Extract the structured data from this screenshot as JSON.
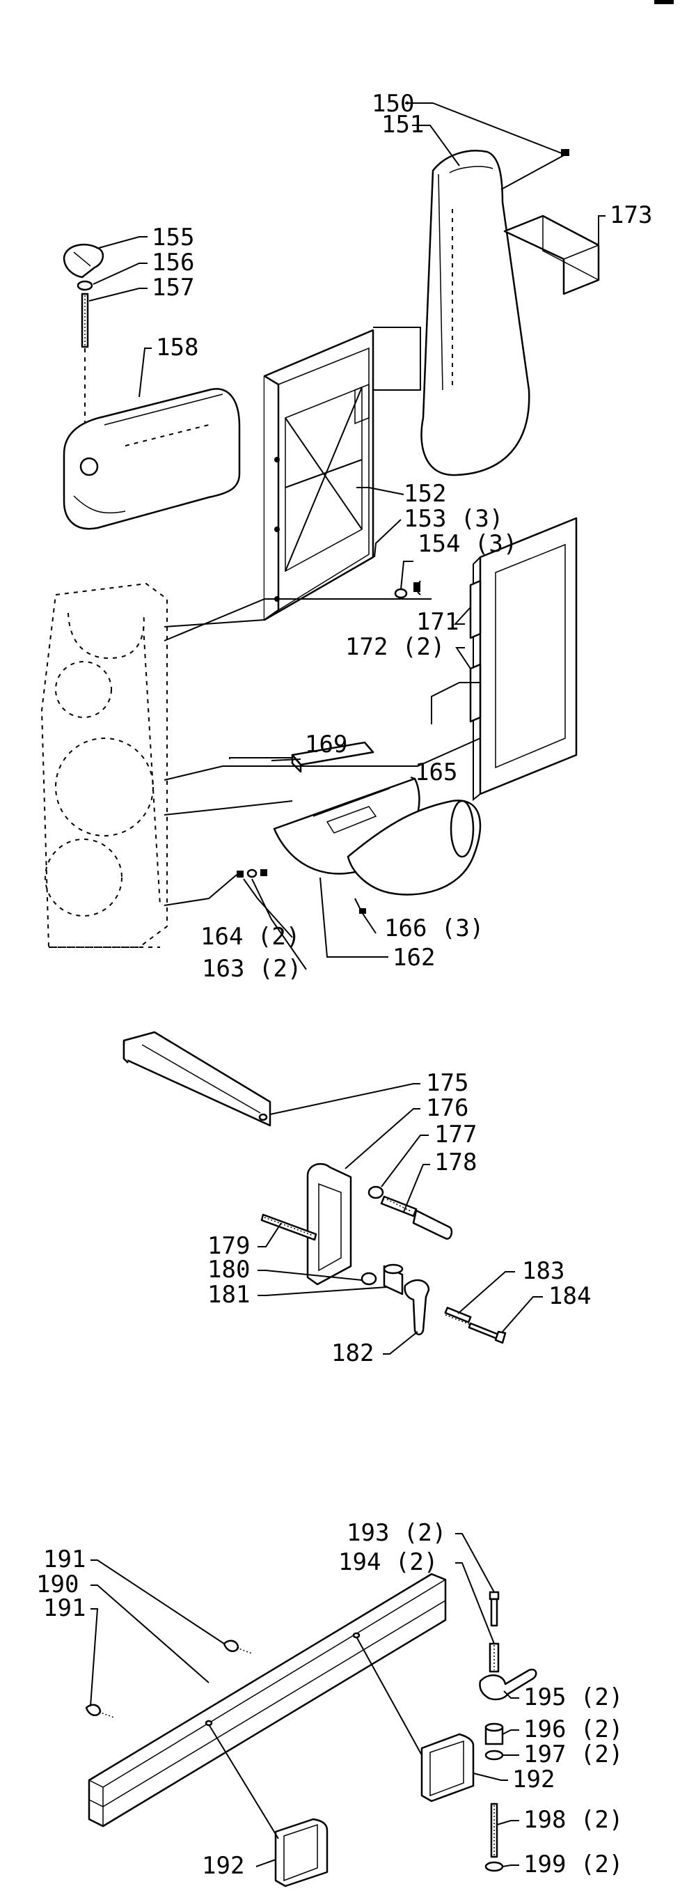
{
  "callouts": {
    "c150": "150",
    "c151": "151",
    "c155": "155",
    "c156": "156",
    "c157": "157",
    "c158": "158",
    "c173": "173",
    "c152": "152",
    "c153": "153 (3)",
    "c154": "154 (3)",
    "c171": "171",
    "c172": "172 (2)",
    "c169": "169",
    "c165": "165",
    "c166": "166 (3)",
    "c164": "164 (2)",
    "c163": "163 (2)",
    "c162": "162",
    "c175": "175",
    "c176": "176",
    "c177": "177",
    "c178": "178",
    "c179": "179",
    "c180": "180",
    "c181": "181",
    "c182": "182",
    "c183": "183",
    "c184": "184",
    "c193": "193 (2)",
    "c194": "194 (2)",
    "c191a": "191",
    "c190": "190",
    "c191b": "191",
    "c195": "195 (2)",
    "c196": "196 (2)",
    "c197": "197 (2)",
    "c192a": "192",
    "c198": "198 (2)",
    "c199": "199 (2)",
    "c192b": "192"
  }
}
